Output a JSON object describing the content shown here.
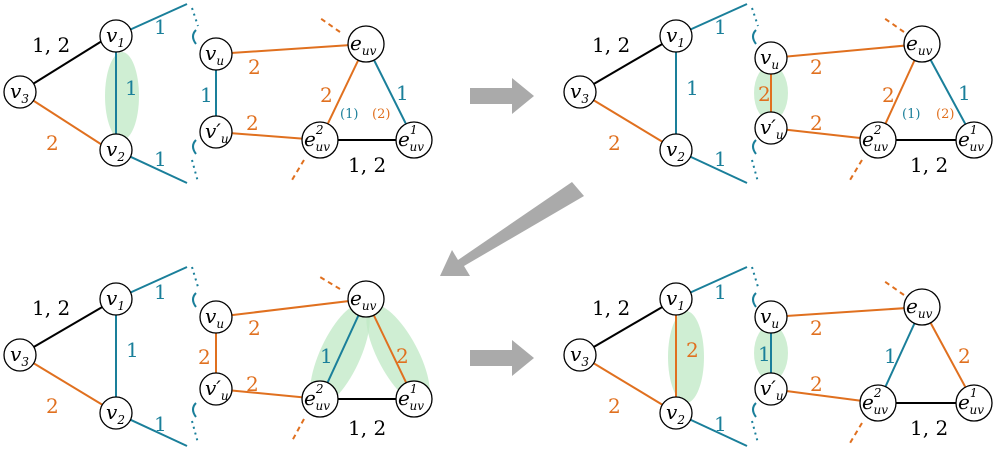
{
  "colors": {
    "black": "#000000",
    "blue": "#1a7f9a",
    "orange": "#e0701f",
    "highlight": "#bfe8c4",
    "arrow": "#aaaaaa"
  },
  "nodes": {
    "v1": "v",
    "v1_sub": "1",
    "v2": "v",
    "v2_sub": "2",
    "v3": "v",
    "v3_sub": "3",
    "vu": "v",
    "vu_sub": "u",
    "vup": "v′",
    "vup_sub": "u",
    "euv": "e",
    "euv_sub": "uv",
    "euv1": "e",
    "euv1_sup": "1",
    "euv1_sub": "uv",
    "euv2": "e",
    "euv2_sup": "2",
    "euv2_sub": "uv"
  },
  "panels": [
    {
      "id": "panel-1",
      "edge_labels": {
        "v1v3": "1, 2",
        "v2v3": "2",
        "v1v2": "1",
        "v1_out": "1",
        "v2_out": "1",
        "vu_vup": "1",
        "vu_euv": "2",
        "vup_euv2": "2",
        "euv_euv2": "2",
        "euv_euv1": "1",
        "euv1_euv2": "1, 2",
        "tri_note_blue": "(1)",
        "tri_note_orange": "(2)"
      }
    },
    {
      "id": "panel-2",
      "edge_labels": {
        "v1v3": "1, 2",
        "v2v3": "2",
        "v1v2": "1",
        "v1_out": "1",
        "v2_out": "1",
        "vu_vup": "2",
        "vu_euv": "2",
        "vup_euv2": "2",
        "euv_euv2": "2",
        "euv_euv1": "1",
        "euv1_euv2": "1, 2",
        "tri_note_blue": "(1)",
        "tri_note_orange": "(2)"
      }
    },
    {
      "id": "panel-3",
      "edge_labels": {
        "v1v3": "1, 2",
        "v2v3": "2",
        "v1v2": "1",
        "v1_out": "1",
        "v2_out": "1",
        "vu_vup": "2",
        "vu_euv": "2",
        "vup_euv2": "2",
        "euv_euv2": "1",
        "euv_euv1": "2",
        "euv1_euv2": "1, 2"
      }
    },
    {
      "id": "panel-4",
      "edge_labels": {
        "v1v3": "1, 2",
        "v2v3": "2",
        "v1v2": "2",
        "v1_out": "1",
        "v2_out": "1",
        "vu_vup": "1",
        "vu_euv": "2",
        "vup_euv2": "2",
        "euv_euv2": "1",
        "euv_euv1": "2",
        "euv1_euv2": "1, 2"
      }
    }
  ]
}
